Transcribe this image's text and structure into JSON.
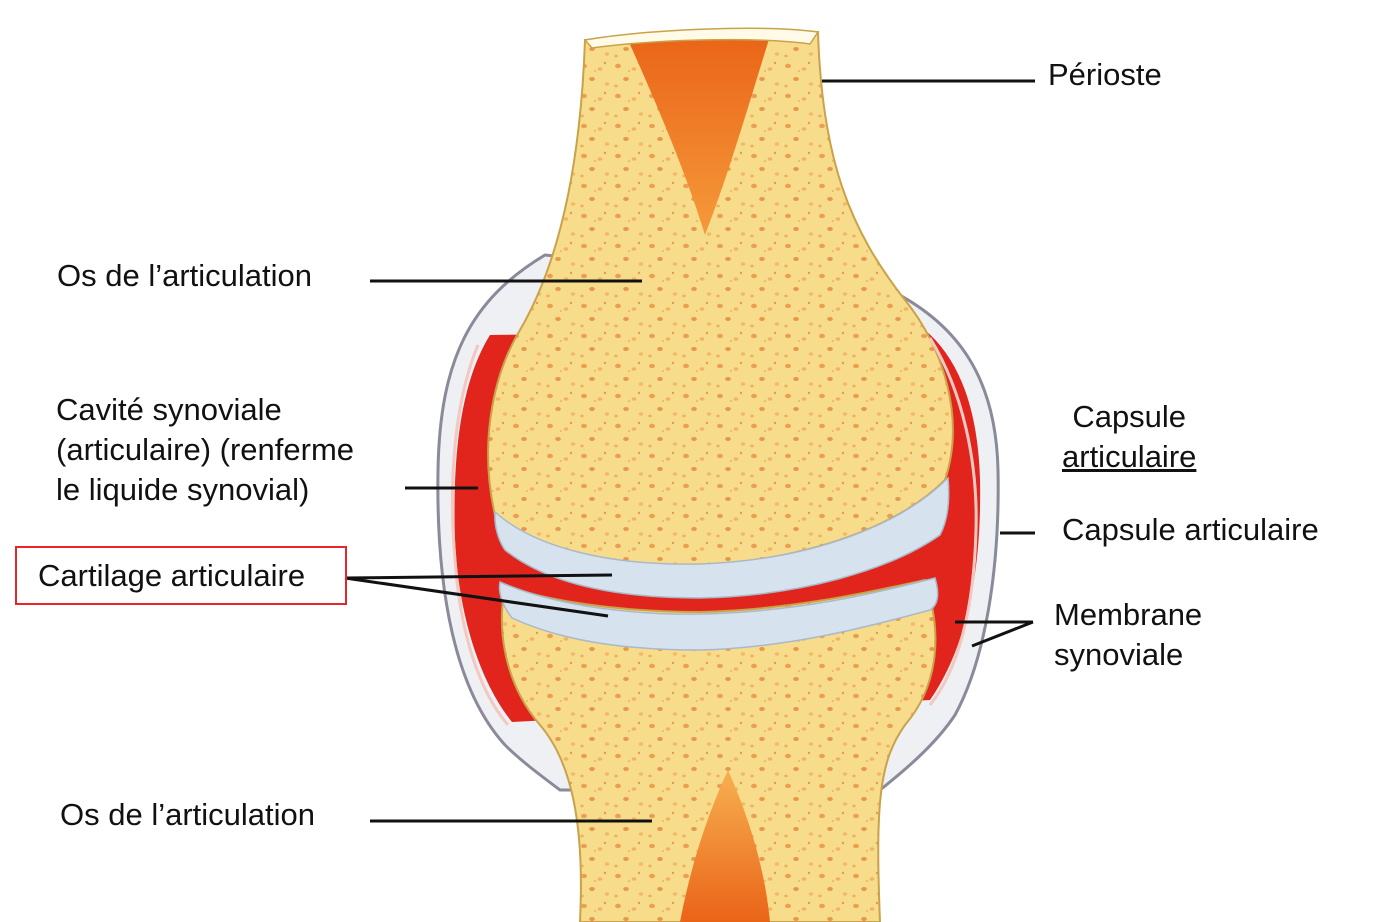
{
  "labels": {
    "periosteum": "Périoste",
    "bone_upper": "Os de l’articulation",
    "synovial_cavity": [
      "Cavité synoviale",
      "(articulaire) (renferme",
      "le liquide synovial)"
    ],
    "cartilage": "Cartilage articulaire",
    "capsule_heading": [
      "Capsule",
      "articulaire"
    ],
    "capsule": "Capsule articulaire",
    "membrane": [
      "Membrane",
      "synoviale"
    ],
    "bone_lower": "Os de l’articulation"
  },
  "highlighted_label": "cartilage",
  "colors": {
    "bone": "#f7dc8c",
    "bone_speckle": "#e88a3a",
    "marrow": "#ee6f1f",
    "synovial_red": "#e1251c",
    "cartilage": "#d6e2ee",
    "capsule_outline": "#8a8a9a",
    "highlight": "#e8262a",
    "leader_line": "#111111"
  }
}
